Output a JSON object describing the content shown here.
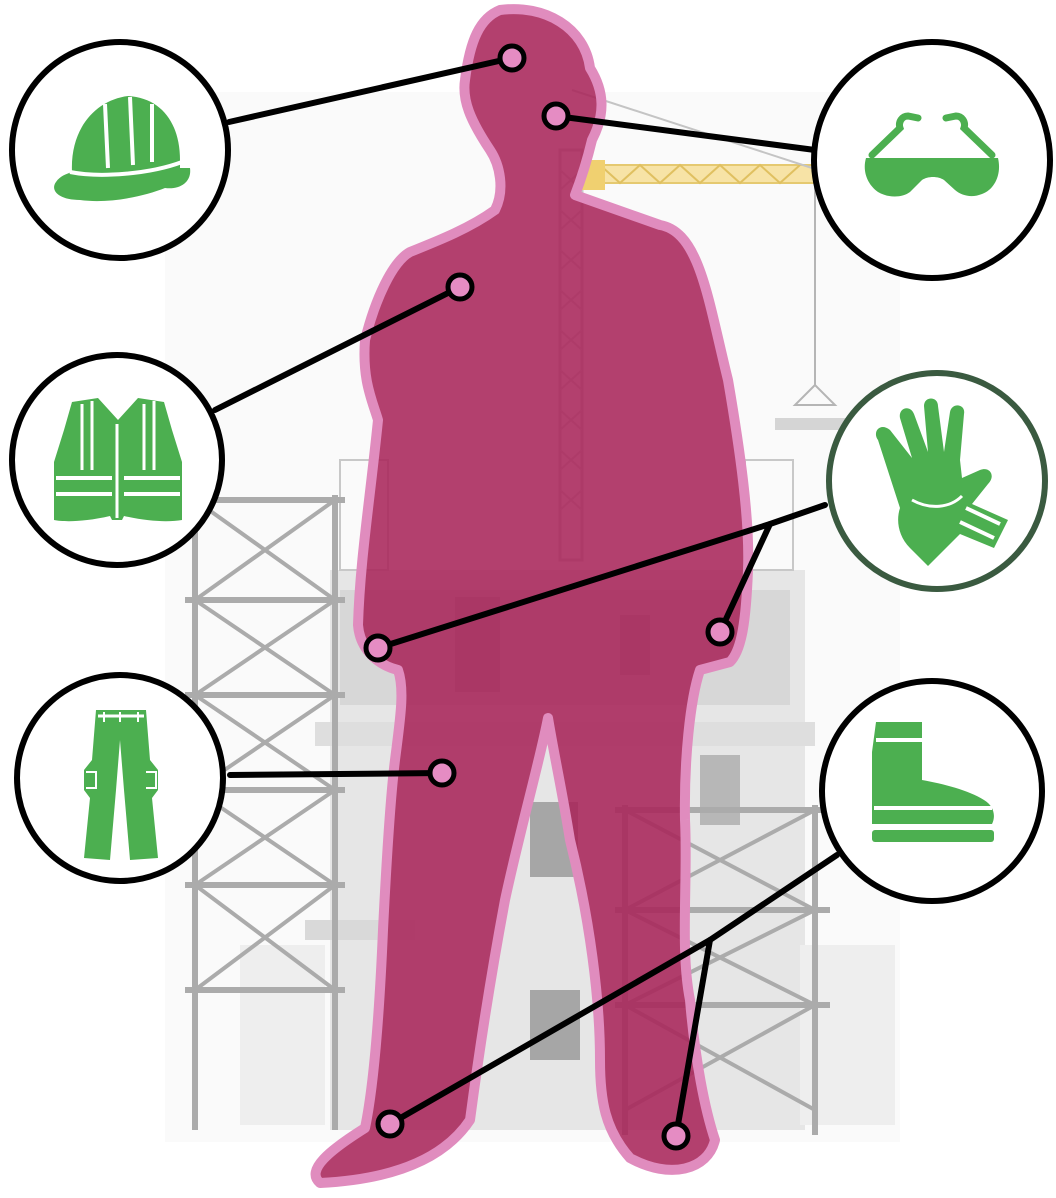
{
  "title": "",
  "colors": {
    "background": "#ffffff",
    "building": "#e4e4e4",
    "building_light": "#f1f1f1",
    "scaffold": "#a9a9a9",
    "crane": "#f3d37a",
    "silhouette_fill": "#a8265a",
    "silhouette_outline": "#e08cbe",
    "pin_fill": "#e58cc3",
    "ppe_green": "#4caf50",
    "circle_stroke": "#000000",
    "glove_circle_stroke": "#3a5a40"
  },
  "ppe_items": [
    {
      "name": "hard-hat",
      "icon": "hard-hat-icon"
    },
    {
      "name": "safety-glasses",
      "icon": "safety-glasses-icon"
    },
    {
      "name": "high-visibility-vest",
      "icon": "safety-vest-icon"
    },
    {
      "name": "work-gloves",
      "icon": "work-glove-icon"
    },
    {
      "name": "work-trousers",
      "icon": "work-trousers-icon"
    },
    {
      "name": "safety-boots",
      "icon": "safety-boot-icon"
    }
  ]
}
